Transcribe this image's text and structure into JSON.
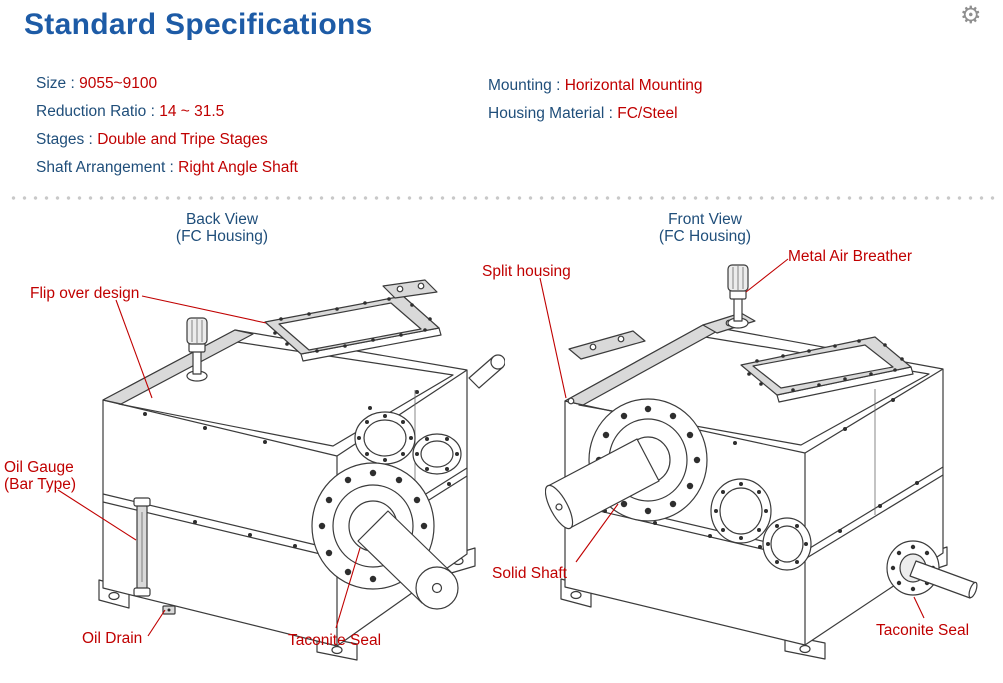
{
  "header": {
    "title": "Standard Specifications",
    "gear_icon": "⚙"
  },
  "specs": {
    "left": [
      {
        "label": "Size : ",
        "value": "9055~9100"
      },
      {
        "label": "Reduction Ratio : ",
        "value": "14 ~ 31.5"
      },
      {
        "label": "Stages : ",
        "value": "Double and Tripe Stages"
      },
      {
        "label": "Shaft Arrangement : ",
        "value": "Right Angle Shaft"
      }
    ],
    "right": [
      {
        "label": "Mounting : ",
        "value": "Horizontal Mounting"
      },
      {
        "label": "Housing Material : ",
        "value": "FC/Steel"
      }
    ]
  },
  "diagrams": {
    "back": {
      "caption_line1": "Back View",
      "caption_line2": "(FC Housing)",
      "annotations": {
        "flip_over_design": "Flip over design",
        "oil_gauge_line1": "Oil Gauge",
        "oil_gauge_line2": "(Bar Type)",
        "oil_drain": "Oil Drain",
        "taconite_seal": "Taconite Seal"
      }
    },
    "front": {
      "caption_line1": "Front View",
      "caption_line2": "(FC Housing)",
      "annotations": {
        "split_housing": "Split housing",
        "metal_air_breather": "Metal Air Breather",
        "solid_shaft": "Solid Shaft",
        "taconite_seal": "Taconite Seal"
      }
    }
  },
  "colors": {
    "title_blue": "#1d5ba6",
    "label_blue": "#1f4e7a",
    "value_red": "#c00000",
    "annotation_red": "#c00000"
  }
}
